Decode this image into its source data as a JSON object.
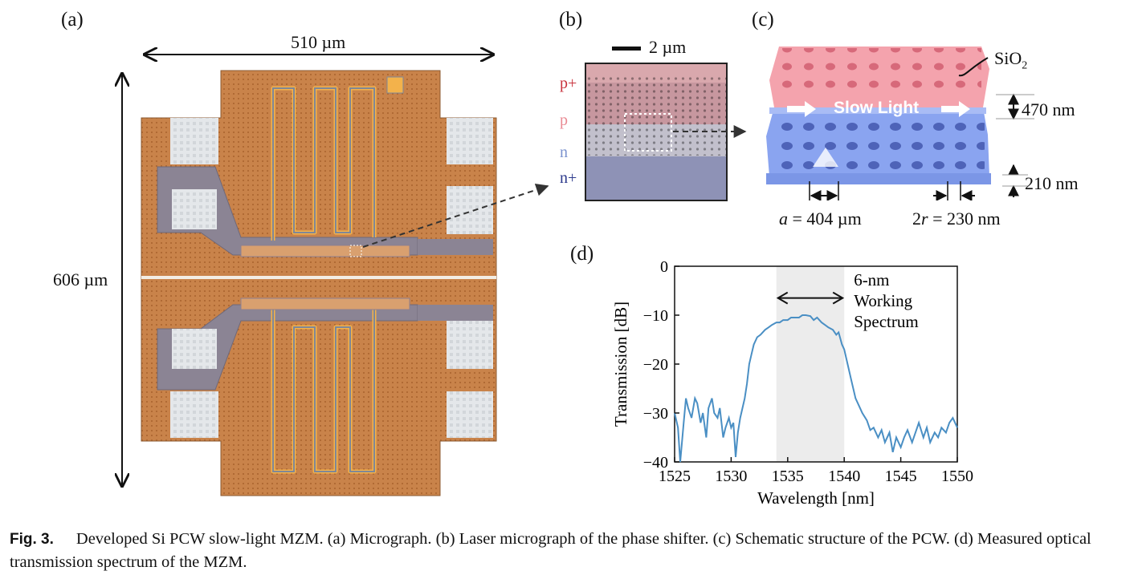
{
  "panels": {
    "a": {
      "label": "(a)",
      "width_label": "510 µm",
      "height_label": "606 µm"
    },
    "b": {
      "label": "(b)",
      "scale_bar_label": "2 µm",
      "doping_layers": [
        "p+",
        "p",
        "n",
        "n+"
      ],
      "doping_colors": [
        "#c8323c",
        "#e98a93",
        "#7c93cf",
        "#2d3a8c"
      ]
    },
    "c": {
      "label": "(c)",
      "oxide_label": "SiO",
      "oxide_subscript": "2",
      "slow_light_label": "Slow Light",
      "oxide_thickness": "470 nm",
      "si_thickness": "210 nm",
      "lattice_var": "a",
      "lattice_value": " = 404 µm",
      "hole_var_prefix": "2",
      "hole_var": "r",
      "hole_value": " = 230 nm",
      "colors": {
        "oxide": "#f4a3ad",
        "silicon": "#8aa4f0"
      }
    },
    "d": {
      "label": "(d)"
    }
  },
  "chart_data": {
    "type": "line",
    "title": "",
    "xlabel": "Wavelength [nm]",
    "ylabel": "Transmission [dB]",
    "xlim": [
      1525,
      1550
    ],
    "ylim": [
      -40,
      0
    ],
    "xticks": [
      1525,
      1530,
      1535,
      1540,
      1545,
      1550
    ],
    "yticks": [
      0,
      -10,
      -20,
      -30,
      -40
    ],
    "grid": false,
    "line_color": "#4a8fc4",
    "band": {
      "x0": 1534,
      "x1": 1540,
      "label_lines": [
        "6-nm",
        "Working",
        "Spectrum"
      ],
      "color": "#ececec"
    },
    "series": [
      {
        "x": [
          1525.0,
          1525.3,
          1525.5,
          1525.8,
          1526.0,
          1526.2,
          1526.5,
          1526.8,
          1527.0,
          1527.3,
          1527.5,
          1527.8,
          1528.0,
          1528.3,
          1528.5,
          1528.8,
          1529.0,
          1529.3,
          1529.5,
          1529.8,
          1530.0,
          1530.2,
          1530.4,
          1530.6,
          1530.8,
          1531.0,
          1531.2,
          1531.4,
          1531.6,
          1531.8,
          1532.0,
          1532.3,
          1532.6,
          1533.0,
          1533.3,
          1533.6,
          1534.0,
          1534.3,
          1534.6,
          1535.0,
          1535.3,
          1535.6,
          1536.0,
          1536.3,
          1536.6,
          1537.0,
          1537.3,
          1537.6,
          1538.0,
          1538.3,
          1538.6,
          1539.0,
          1539.3,
          1539.5,
          1539.8,
          1540.0,
          1540.3,
          1540.6,
          1541.0,
          1541.3,
          1541.6,
          1542.0,
          1542.3,
          1542.6,
          1543.0,
          1543.3,
          1543.6,
          1544.0,
          1544.3,
          1544.6,
          1545.0,
          1545.3,
          1545.6,
          1546.0,
          1546.3,
          1546.6,
          1547.0,
          1547.3,
          1547.6,
          1548.0,
          1548.3,
          1548.6,
          1549.0,
          1549.3,
          1549.6,
          1550.0
        ],
        "y": [
          -30,
          -33,
          -40,
          -32,
          -27,
          -29,
          -31,
          -27,
          -28,
          -32,
          -30,
          -35,
          -29,
          -27,
          -30,
          -31,
          -29,
          -35,
          -33,
          -31,
          -33,
          -32,
          -39,
          -34,
          -31,
          -29,
          -27,
          -24,
          -20,
          -18,
          -16,
          -14.5,
          -14,
          -13,
          -12.5,
          -12,
          -11.5,
          -11.5,
          -11,
          -11,
          -10.5,
          -10.5,
          -10.5,
          -10,
          -10,
          -10.2,
          -11,
          -10.5,
          -11.5,
          -12,
          -12.5,
          -13,
          -14,
          -13.5,
          -16,
          -17,
          -20,
          -23,
          -27,
          -28.5,
          -30,
          -31.5,
          -33.5,
          -33,
          -35,
          -33.5,
          -36,
          -34,
          -38,
          -35,
          -37,
          -35,
          -33.5,
          -36,
          -34,
          -32,
          -35,
          -33,
          -36,
          -34,
          -35,
          -33,
          -34,
          -32,
          -31,
          -33
        ]
      }
    ]
  },
  "caption": {
    "fig_label": "Fig. 3.",
    "text": "Developed Si PCW slow-light MZM. (a) Micrograph. (b) Laser micrograph of the phase shifter. (c) Schematic structure of the PCW. (d) Measured optical transmission spectrum of the MZM."
  }
}
